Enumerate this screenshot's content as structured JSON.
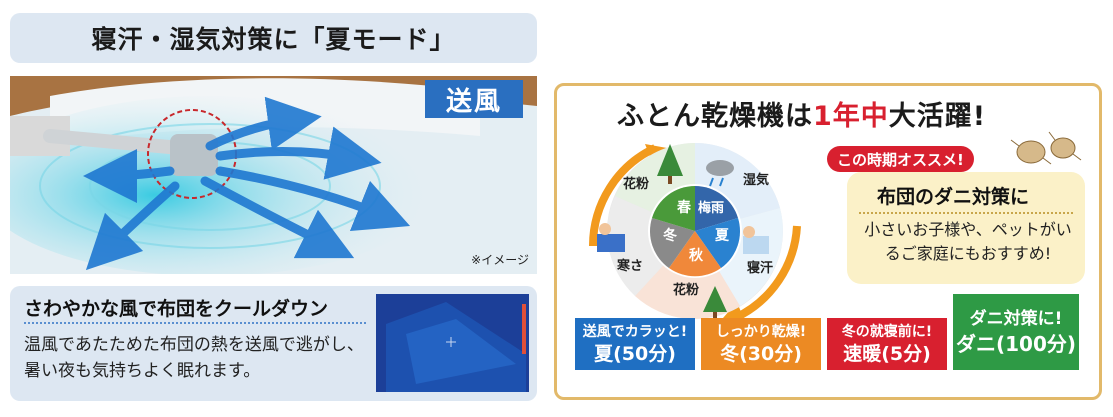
{
  "left_title": "寝汗・湿気対策に「夏モード」",
  "photo": {
    "mode_badge": "送風",
    "image_note": "※イメージ"
  },
  "feature": {
    "heading": "さわやかな風で布団をクールダウン",
    "body": "温風であたためた布団の熱を送風で逃がし、暑い夜も気持ちよく眠れます。"
  },
  "right": {
    "title_pre": "ふとん乾燥機は",
    "title_highlight": "1年中",
    "title_post": "大活躍!",
    "wheel": {
      "inner": [
        "春",
        "梅雨",
        "夏",
        "秋",
        "冬"
      ],
      "outer": [
        "花粉",
        "湿気",
        "寝汗",
        "花粉",
        "寒さ"
      ]
    },
    "recommend_tag": "この時期オススメ!",
    "bubble_heading": "布団のダニ対策に",
    "bubble_body": "小さいお子様や、ペットがいるご家庭にもおすすめ!",
    "modes": [
      {
        "line1": "送風でカラッと!",
        "line2": "夏(50分)",
        "color": "#1f6fc2"
      },
      {
        "line1": "しっかり乾燥!",
        "line2": "冬(30分)",
        "color": "#ec8a23"
      },
      {
        "line1": "冬の就寝前に!",
        "line2": "速暖(5分)",
        "color": "#d8202f"
      },
      {
        "line1": "ダニ対策に!",
        "line2": "ダニ(100分)",
        "color": "#2e9a45"
      }
    ]
  }
}
